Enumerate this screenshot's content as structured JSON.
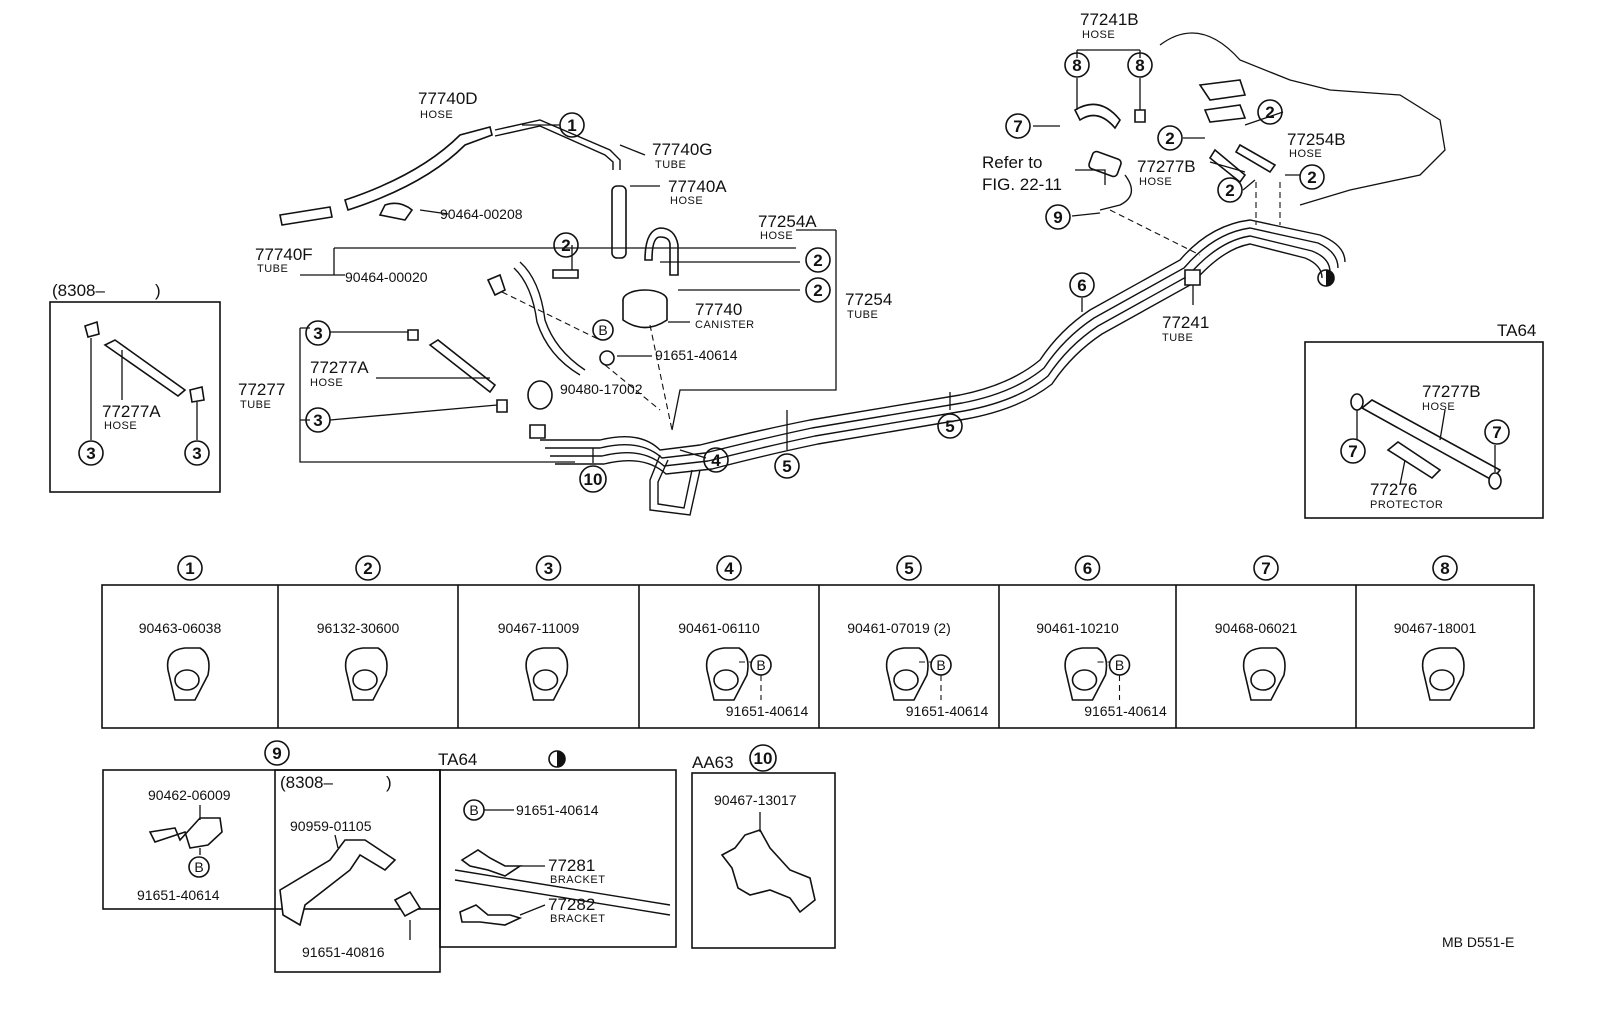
{
  "top": {
    "hose_77740D": "77740D",
    "hose_label": "HOSE",
    "tube_label": "TUBE",
    "canister_label": "CANISTER",
    "protector_label": "PROTECTOR",
    "bracket_label": "BRACKET",
    "p_77740G": "77740G",
    "p_77740A": "77740A",
    "p_90464_00208": "90464-00208",
    "p_77254A": "77254A",
    "p_77740F": "77740F",
    "p_90464_00020": "90464-00020",
    "p_77740": "77740",
    "p_77254": "77254",
    "p_91651_40614": "91651-40614",
    "p_90480_17002": "90480-17002",
    "p_77277": "77277",
    "p_77277A": "77277A",
    "p_77241B": "77241B",
    "p_77254B": "77254B",
    "p_77277B": "77277B",
    "p_77241": "77241",
    "refer_line1": "Refer to",
    "refer_line2": "FIG. 22-11",
    "p_77276": "77276"
  },
  "inset_8308": {
    "heading": "(8308–",
    "close": ")"
  },
  "inset_ta64": {
    "heading": "TA64"
  },
  "callouts": [
    "1",
    "2",
    "3",
    "4",
    "5",
    "6",
    "7",
    "8",
    "9",
    "10"
  ],
  "bolt_symbol": "B",
  "clamp_table": [
    {
      "num": "1",
      "part": "90463-06038",
      "bolt": ""
    },
    {
      "num": "2",
      "part": "96132-30600",
      "bolt": ""
    },
    {
      "num": "3",
      "part": "90467-11009",
      "bolt": ""
    },
    {
      "num": "4",
      "part": "90461-06110",
      "bolt": "91651-40614"
    },
    {
      "num": "5",
      "part": "90461-07019 (2)",
      "bolt": "91651-40614"
    },
    {
      "num": "6",
      "part": "90461-10210",
      "bolt": "91651-40614"
    },
    {
      "num": "7",
      "part": "90468-06021",
      "bolt": ""
    },
    {
      "num": "8",
      "part": "90467-18001",
      "bolt": ""
    }
  ],
  "bottom": {
    "b9_part": "90462-06009",
    "b9_bolt": "91651-40614",
    "b8308_heading": "(8308–",
    "b8308_close": ")",
    "b8308_part": "90959-01105",
    "b8308_bolt": "91651-40816",
    "ta64_heading": "TA64",
    "ta64_bolt": "91651-40614",
    "ta64_bracket1": "77281",
    "ta64_bracket2": "77282",
    "aa63_heading": "AA63",
    "b10_part": "90467-13017"
  },
  "footer_code": "MB  D551-E"
}
